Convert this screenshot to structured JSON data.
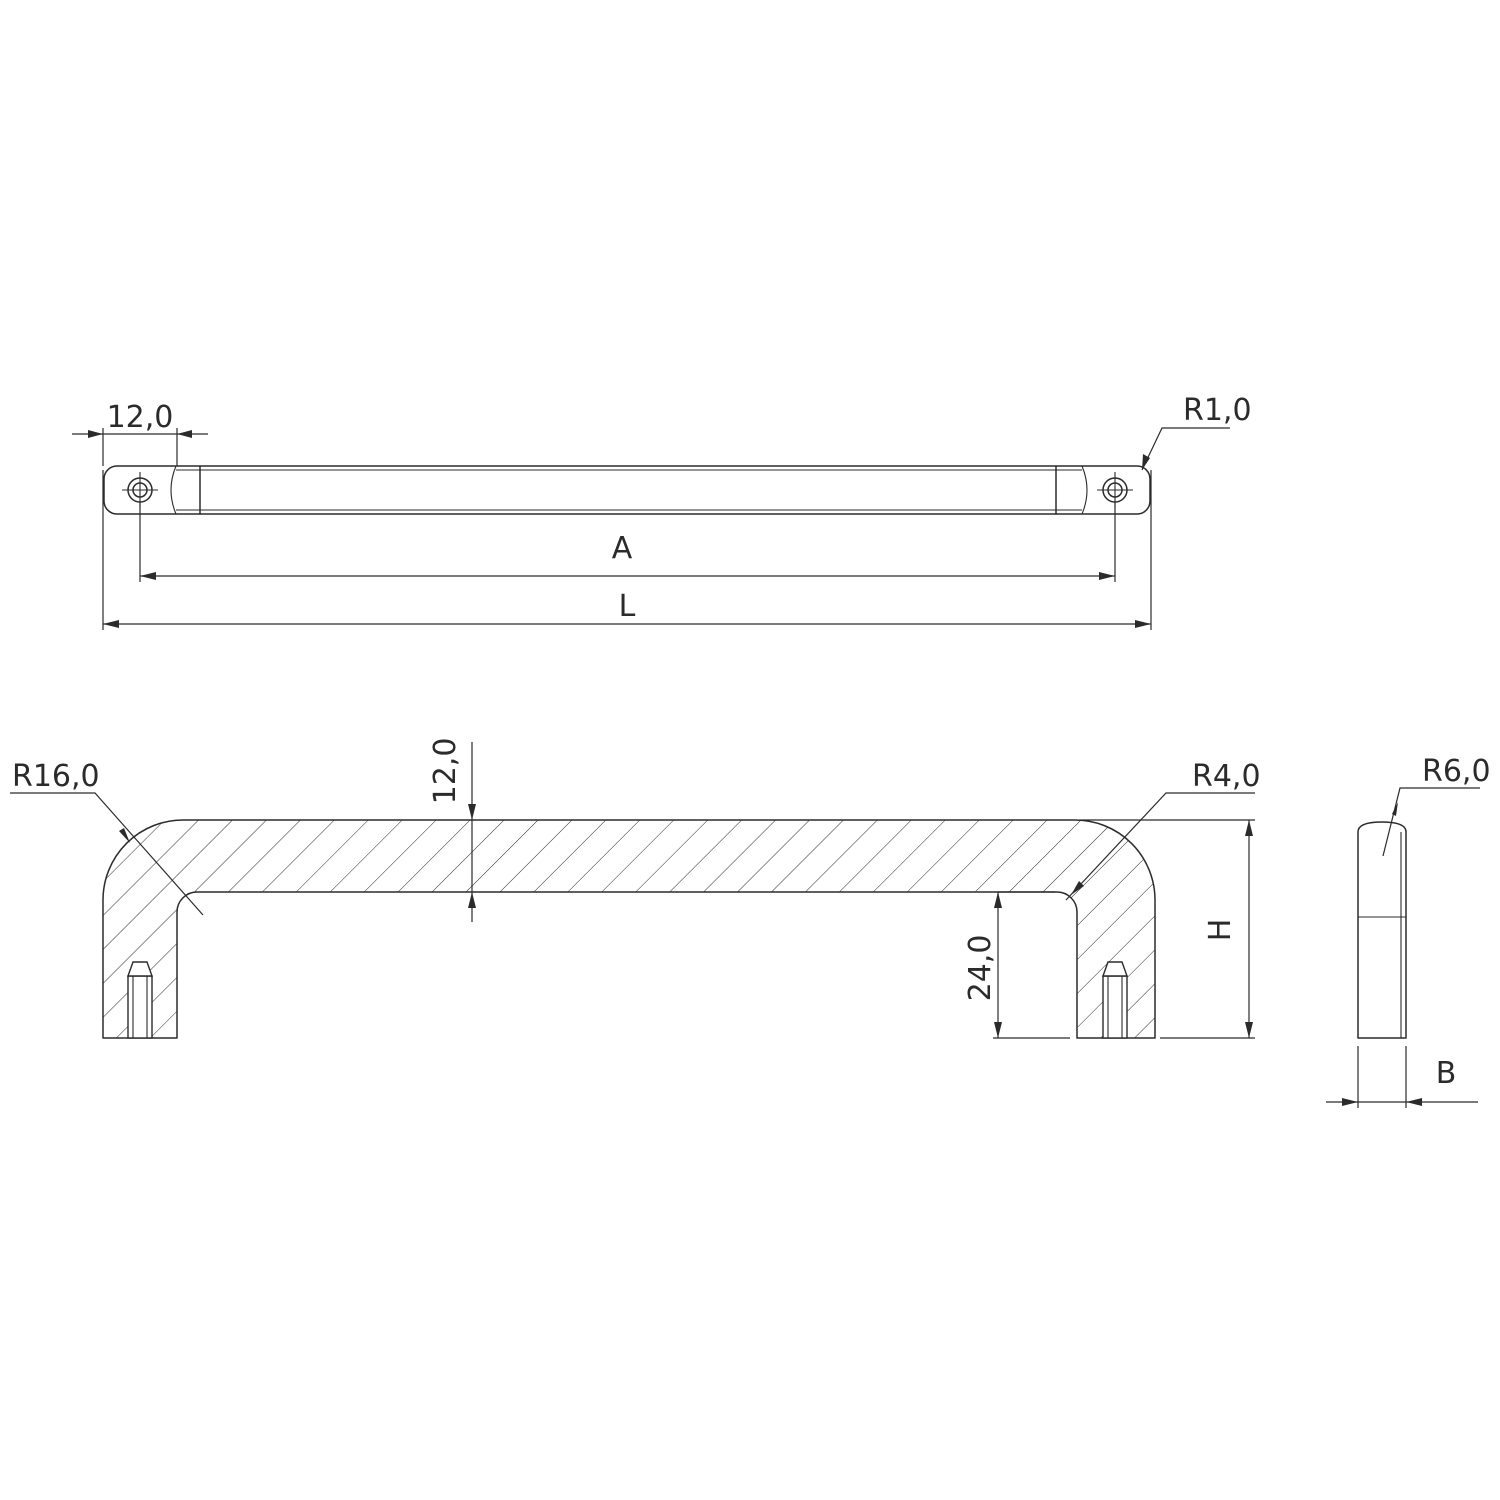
{
  "labels": {
    "top_slot_width": "12,0",
    "top_end_radius": "R1,0",
    "hole_distance": "A",
    "overall_length": "L",
    "outer_corner_radius": "R16,0",
    "bar_thickness": "12,0",
    "inner_corner_radius": "R4,0",
    "leg_height": "24,0",
    "overall_height": "H",
    "side_radius": "R6,0",
    "side_width": "B"
  }
}
